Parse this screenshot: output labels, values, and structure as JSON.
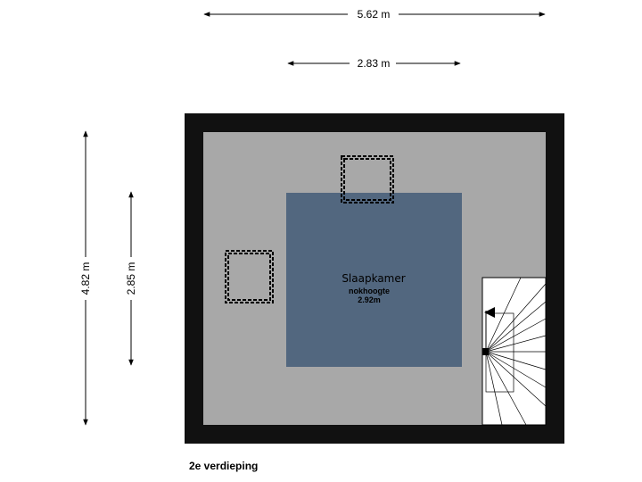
{
  "dimensions": {
    "outer_width": "5.62 m",
    "inner_width": "2.83 m",
    "outer_height": "4.82 m",
    "inner_height": "2.85 m"
  },
  "room": {
    "name": "Slaapkamer",
    "ridge_label": "nokhoogte",
    "ridge_height": "2.92m"
  },
  "floor_label": "2e verdieping",
  "colors": {
    "wall": "#111111",
    "floor": "#a8a8a8",
    "room": "#52677f",
    "stair_bg": "#ffffff"
  }
}
